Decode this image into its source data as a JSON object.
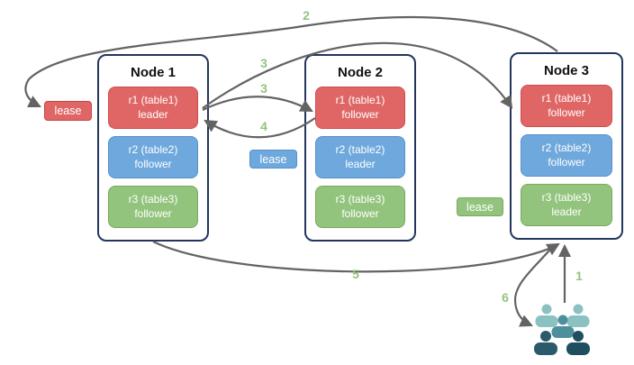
{
  "nodes": [
    {
      "title": "Node 1",
      "replicas": [
        {
          "name": "r1 (table1)",
          "role": "leader",
          "color": "red"
        },
        {
          "name": "r2 (table2)",
          "role": "follower",
          "color": "blue"
        },
        {
          "name": "r3 (table3)",
          "role": "follower",
          "color": "green"
        }
      ]
    },
    {
      "title": "Node 2",
      "replicas": [
        {
          "name": "r1 (table1)",
          "role": "follower",
          "color": "red"
        },
        {
          "name": "r2 (table2)",
          "role": "leader",
          "color": "blue"
        },
        {
          "name": "r3 (table3)",
          "role": "follower",
          "color": "green"
        }
      ]
    },
    {
      "title": "Node 3",
      "replicas": [
        {
          "name": "r1 (table1)",
          "role": "follower",
          "color": "red"
        },
        {
          "name": "r2 (table2)",
          "role": "follower",
          "color": "blue"
        },
        {
          "name": "r3 (table3)",
          "role": "leader",
          "color": "green"
        }
      ]
    }
  ],
  "leases": [
    {
      "label": "lease",
      "color": "red"
    },
    {
      "label": "lease",
      "color": "blue"
    },
    {
      "label": "lease",
      "color": "green"
    }
  ],
  "step_labels": {
    "s1": "1",
    "s2": "2",
    "s3a": "3",
    "s3b": "3",
    "s4": "4",
    "s5": "5",
    "s6": "6"
  },
  "icons": {
    "users_group": "users-group-icon"
  },
  "colors": {
    "replica_red": "#e06666",
    "replica_red_border": "#cf4c4c",
    "replica_blue": "#6fa8dc",
    "replica_blue_border": "#5691ce",
    "replica_green": "#93c47d",
    "replica_green_border": "#7aa85e",
    "node_border": "#24365e",
    "arrow": "#636363",
    "step_label": "#93c47d",
    "users_light_teal": "#8bc2c1",
    "users_mid_teal": "#4e8f9e",
    "users_dark_left": "#2b5a6b",
    "users_dark_right": "#1f4e61"
  }
}
